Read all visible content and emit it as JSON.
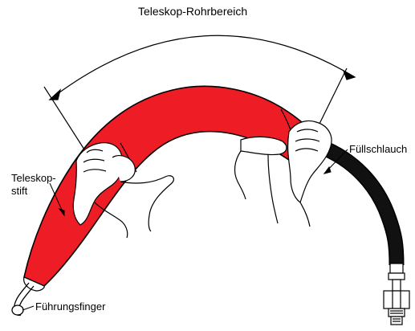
{
  "labels": {
    "telescope_range": "Teleskop-Rohrbereich",
    "telescope_pin_line1": "Teleskop-",
    "telescope_pin_line2": "stift",
    "fill_hose": "Füllschlauch",
    "guide_finger": "Führungsfinger"
  },
  "colors": {
    "telescope_tube": "#ee1c24",
    "fill_hose": "#111111",
    "outline": "#000000",
    "background": "#ffffff"
  },
  "icons": {
    "hands": "hands-holding-tube-icon",
    "connector": "hose-fitting-icon"
  }
}
